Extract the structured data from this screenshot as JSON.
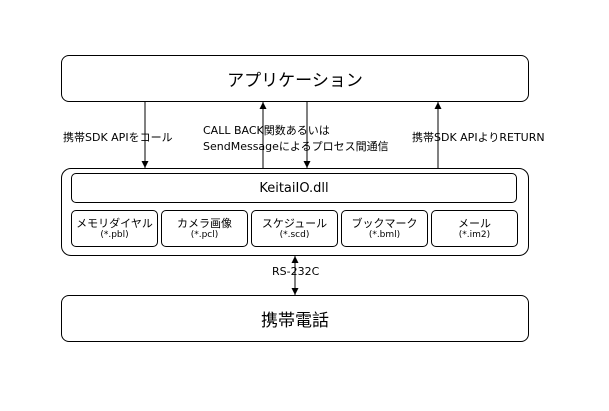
{
  "app_box": {
    "label": "アプリケーション"
  },
  "arrows": {
    "call_sdk": "携帯SDK APIをコール",
    "callback_line1": "CALL BACK関数あるいは",
    "callback_line2": "SendMessageによるプロセス間通信",
    "return_sdk": "携帯SDK APIよりRETURN",
    "serial": "RS-232C"
  },
  "dll": {
    "label": "KeitaiIO.dll"
  },
  "modules": [
    {
      "name": "メモリダイヤル",
      "ext": "(*.pbl)"
    },
    {
      "name": "カメラ画像",
      "ext": "(*.pcl)"
    },
    {
      "name": "スケジュール",
      "ext": "(*.scd)"
    },
    {
      "name": "ブックマーク",
      "ext": "(*.bml)"
    },
    {
      "name": "メール",
      "ext": "(*.im2)"
    }
  ],
  "phone_box": {
    "label": "携帯電話"
  }
}
